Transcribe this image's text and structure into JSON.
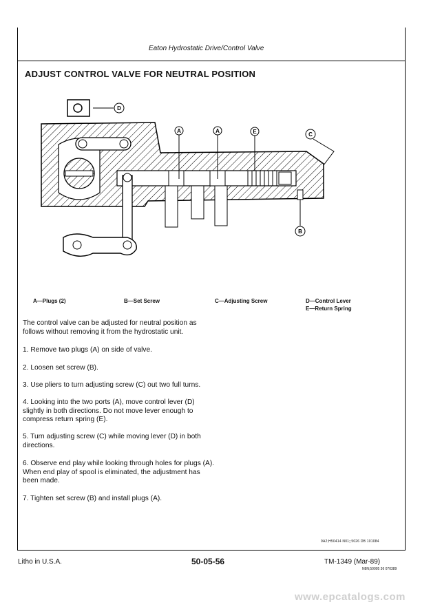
{
  "header": {
    "title": "Eaton Hydrostatic Drive/Control Valve"
  },
  "section": {
    "title": "ADJUST CONTROL VALVE FOR NEUTRAL POSITION"
  },
  "diagram": {
    "callouts": [
      "D",
      "A",
      "A",
      "E",
      "C",
      "B"
    ]
  },
  "legend": {
    "col1": "A—Plugs (2)",
    "col2": "B—Set Screw",
    "col3": "C—Adjusting Screw",
    "col4a": "D—Control Lever",
    "col4b": "E—Return Spring"
  },
  "body": {
    "intro": "The control valve can be adjusted for neutral position as follows without removing it from the hydrostatic unit.",
    "steps": [
      "1. Remove two plugs (A) on side of valve.",
      "2. Loosen set screw (B).",
      "3. Use pliers to turn adjusting screw (C) out two full turns.",
      "4. Looking into the two ports (A), move control lever (D) slightly in both directions. Do not move lever enough to compress return spring (E).",
      "5. Turn adjusting screw (C) while moving lever (D) in both directions.",
      "6. Observe end play while looking through holes for plugs (A). When end play of spool is eliminated, the adjustment has been made.",
      "7. Tighten set screw (B) and install plugs (A)."
    ]
  },
  "figure_ref": "9A2;H50414  N01;;5026  DB  101084",
  "footer": {
    "left": "Litho in U.S.A.",
    "center": "50-05-56",
    "right": "TM-1349 (Mar-89)",
    "sub": "N8N;50005  36  070389"
  },
  "watermark": "www.epcatalogs.com"
}
